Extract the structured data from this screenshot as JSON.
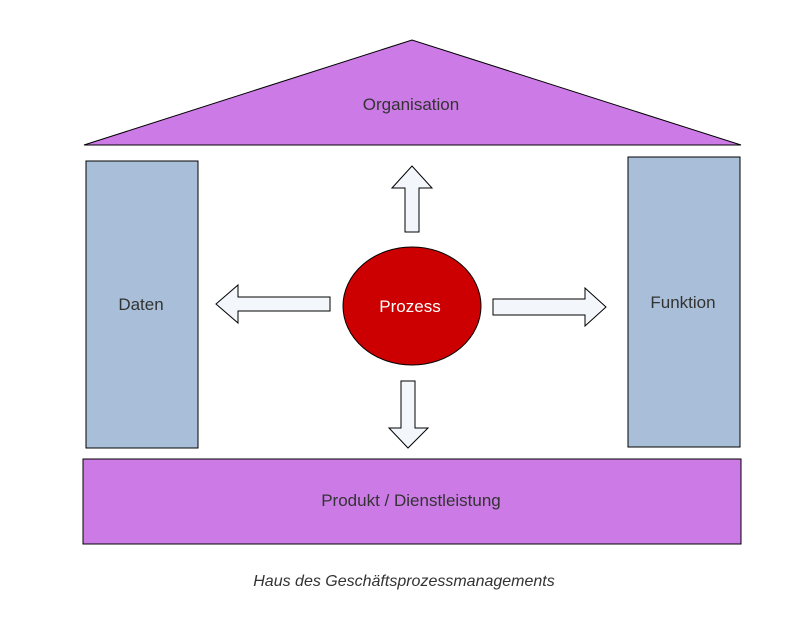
{
  "diagram": {
    "nodes": {
      "roof": {
        "label": "Organisation"
      },
      "left_pillar": {
        "label": "Daten"
      },
      "center": {
        "label": "Prozess"
      },
      "right_pillar": {
        "label": "Funktion"
      },
      "base": {
        "label": "Produkt / Dienstleistung"
      }
    },
    "caption": "Haus des Geschäftsprozessmanagements"
  },
  "colors": {
    "roof_fill": "#cc7be6",
    "base_fill": "#cc7be6",
    "pillar_fill": "#a9bfd9",
    "process_fill": "#cc0000",
    "arrow_fill": "#f3f7fc",
    "stroke": "#000000"
  }
}
